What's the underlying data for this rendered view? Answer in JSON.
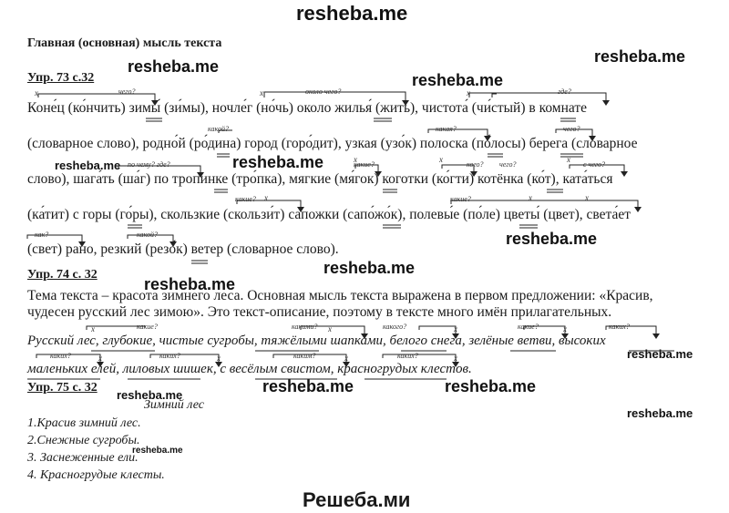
{
  "watermark": {
    "main": "resheba.me",
    "footer": "Решеба.ми"
  },
  "section_title": "Главная (основная) мысль текста",
  "ex73": {
    "label": "Упр. 73 с.32",
    "lines": [
      "Коне́ц (ко́нчить) зимы́ (зи́мы), ночле́г (но́чь) около жилья́ (жить), чистота́ (чи́стый) в комнате",
      "(словарное слово), родно́й (ро́дина) город (горо́дит), узкая (узо́к) полоска (по́лосы) берега (словарное",
      "слово), шага́ть (ша́г) по тропинке (тро́пка), мягкие (мя́гок) коготки (ко́гти) котёнка (ко́т), ката́ться",
      "(ка́тит) с горы (го́ры), скользкие (скользи́т) сапожки (сапо́жо́к), полевы́е (по́ле) цветы́ (цвет), света́ет",
      "(свет) рано, резкий (резо́к) ветер (словарное слово)."
    ],
    "notes": [
      "чего?",
      "около чего?",
      "где?",
      "какой?",
      "какая?",
      "чего?",
      "по чему? где?",
      "какие?",
      "кого?",
      "чего?",
      "с чего?",
      "какие?",
      "какие?",
      "как?",
      "какой?"
    ]
  },
  "ex74": {
    "label": "Упр. 74 с. 32",
    "para": [
      "Тема текста – красота зимнего леса. Основная мысль текста выражена в первом предложении: «Красив,",
      "чудесен русский лес зимою». Это текст-описание, поэтому в тексте много имён прилагательных."
    ],
    "italic": [
      "Русский лес, глубокие, чистые сугробы, тяжёлыми шапками, белого снега, зелёные ветви, высоких",
      "маленьких елей, лиловых шишек, с весёлым свистом, красногрудых клестов."
    ],
    "notes": [
      "какие?",
      "какими?",
      "какого?",
      "какие?",
      "каких?",
      "каких?",
      "каких?",
      "каким?",
      "каких?"
    ]
  },
  "ex75": {
    "label": "Упр. 75 с. 32",
    "title": "Зимний лес",
    "items": [
      "1.Красив зимний лес.",
      "2.Снежные сугробы.",
      "3. Заснеженные ели.",
      "4. Красногрудые клесты."
    ]
  },
  "x_mark": "x"
}
